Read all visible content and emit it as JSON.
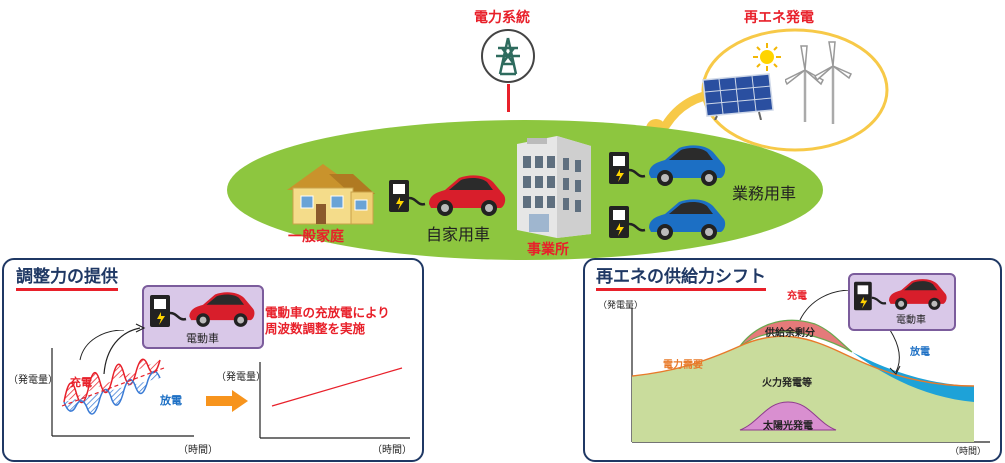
{
  "top": {
    "grid_label": "電力系統",
    "renewable_label": "再エネ発電"
  },
  "scene": {
    "home_label": "一般家庭",
    "own_car_label": "自家用車",
    "office_label": "事業所",
    "fleet_label": "業務用車"
  },
  "left_panel": {
    "title": "調整力の提供",
    "ev_label": "電動車",
    "caption_line1": "電動車の充放電により",
    "caption_line2": "周波数調整を実施",
    "y_label_1": "（発電量）",
    "x_label_1": "（時間）",
    "charge_label": "充電",
    "discharge_label": "放電",
    "y_label_2": "（発電量）",
    "x_label_2": "（時間）"
  },
  "right_panel": {
    "title": "再エネの供給力シフト",
    "y_label": "（発電量）",
    "x_label": "（時間）",
    "charge_label": "充電",
    "ev_label": "電動車",
    "surplus_label": "供給余剰分",
    "demand_label": "電力需要",
    "discharge_label": "放電",
    "thermal_label": "火力発電等",
    "solar_label": "太陽光発電"
  },
  "colors": {
    "panel_border": "#1f3864",
    "accent_red": "#e8202a",
    "ground_green": "#8dc63f",
    "ev_box": "#d9c8e8",
    "sun_circle": "#f7c948"
  }
}
